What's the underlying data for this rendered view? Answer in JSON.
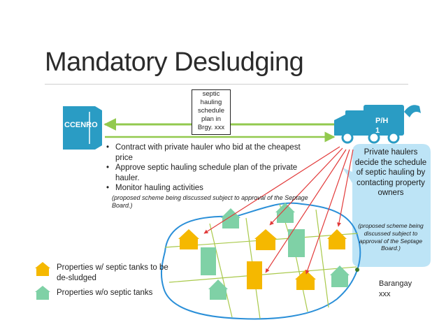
{
  "title": "Mandatory Desludging",
  "ccenro_label": "CCENRO",
  "schedule_box": [
    "septic",
    "hauling",
    "schedule",
    "plan in",
    "Brgy. xxx"
  ],
  "truck_label": [
    "P/H",
    "1"
  ],
  "bullets": [
    "Contract with private hauler who bid at the cheapest price",
    "Approve septic hauling schedule plan of the private hauler.",
    "Monitor hauling activities"
  ],
  "bullets_note": "(proposed scheme being discussed subject to approval of the Septage Board.)",
  "callout": {
    "text": "Private haulers decide the schedule of septic hauling by contacting property owners",
    "note": "(proposed scheme being discussed subject to approval of the Septage Board.)"
  },
  "barangay_label": [
    "Barangay",
    "xxx"
  ],
  "legend": [
    {
      "label": "Properties w/ septic tanks to be de-sludged",
      "color": "#f5b800"
    },
    {
      "label": "Properties w/o septic tanks",
      "color": "#7fd1a6"
    }
  ],
  "colors": {
    "teal": "#2a9cc4",
    "arrow_green": "#92c94e",
    "arrow_red": "#e23a3a",
    "outline_blue": "#2a8fd8",
    "callout_bg": "#bde4f6",
    "road": "#a9c94b"
  }
}
